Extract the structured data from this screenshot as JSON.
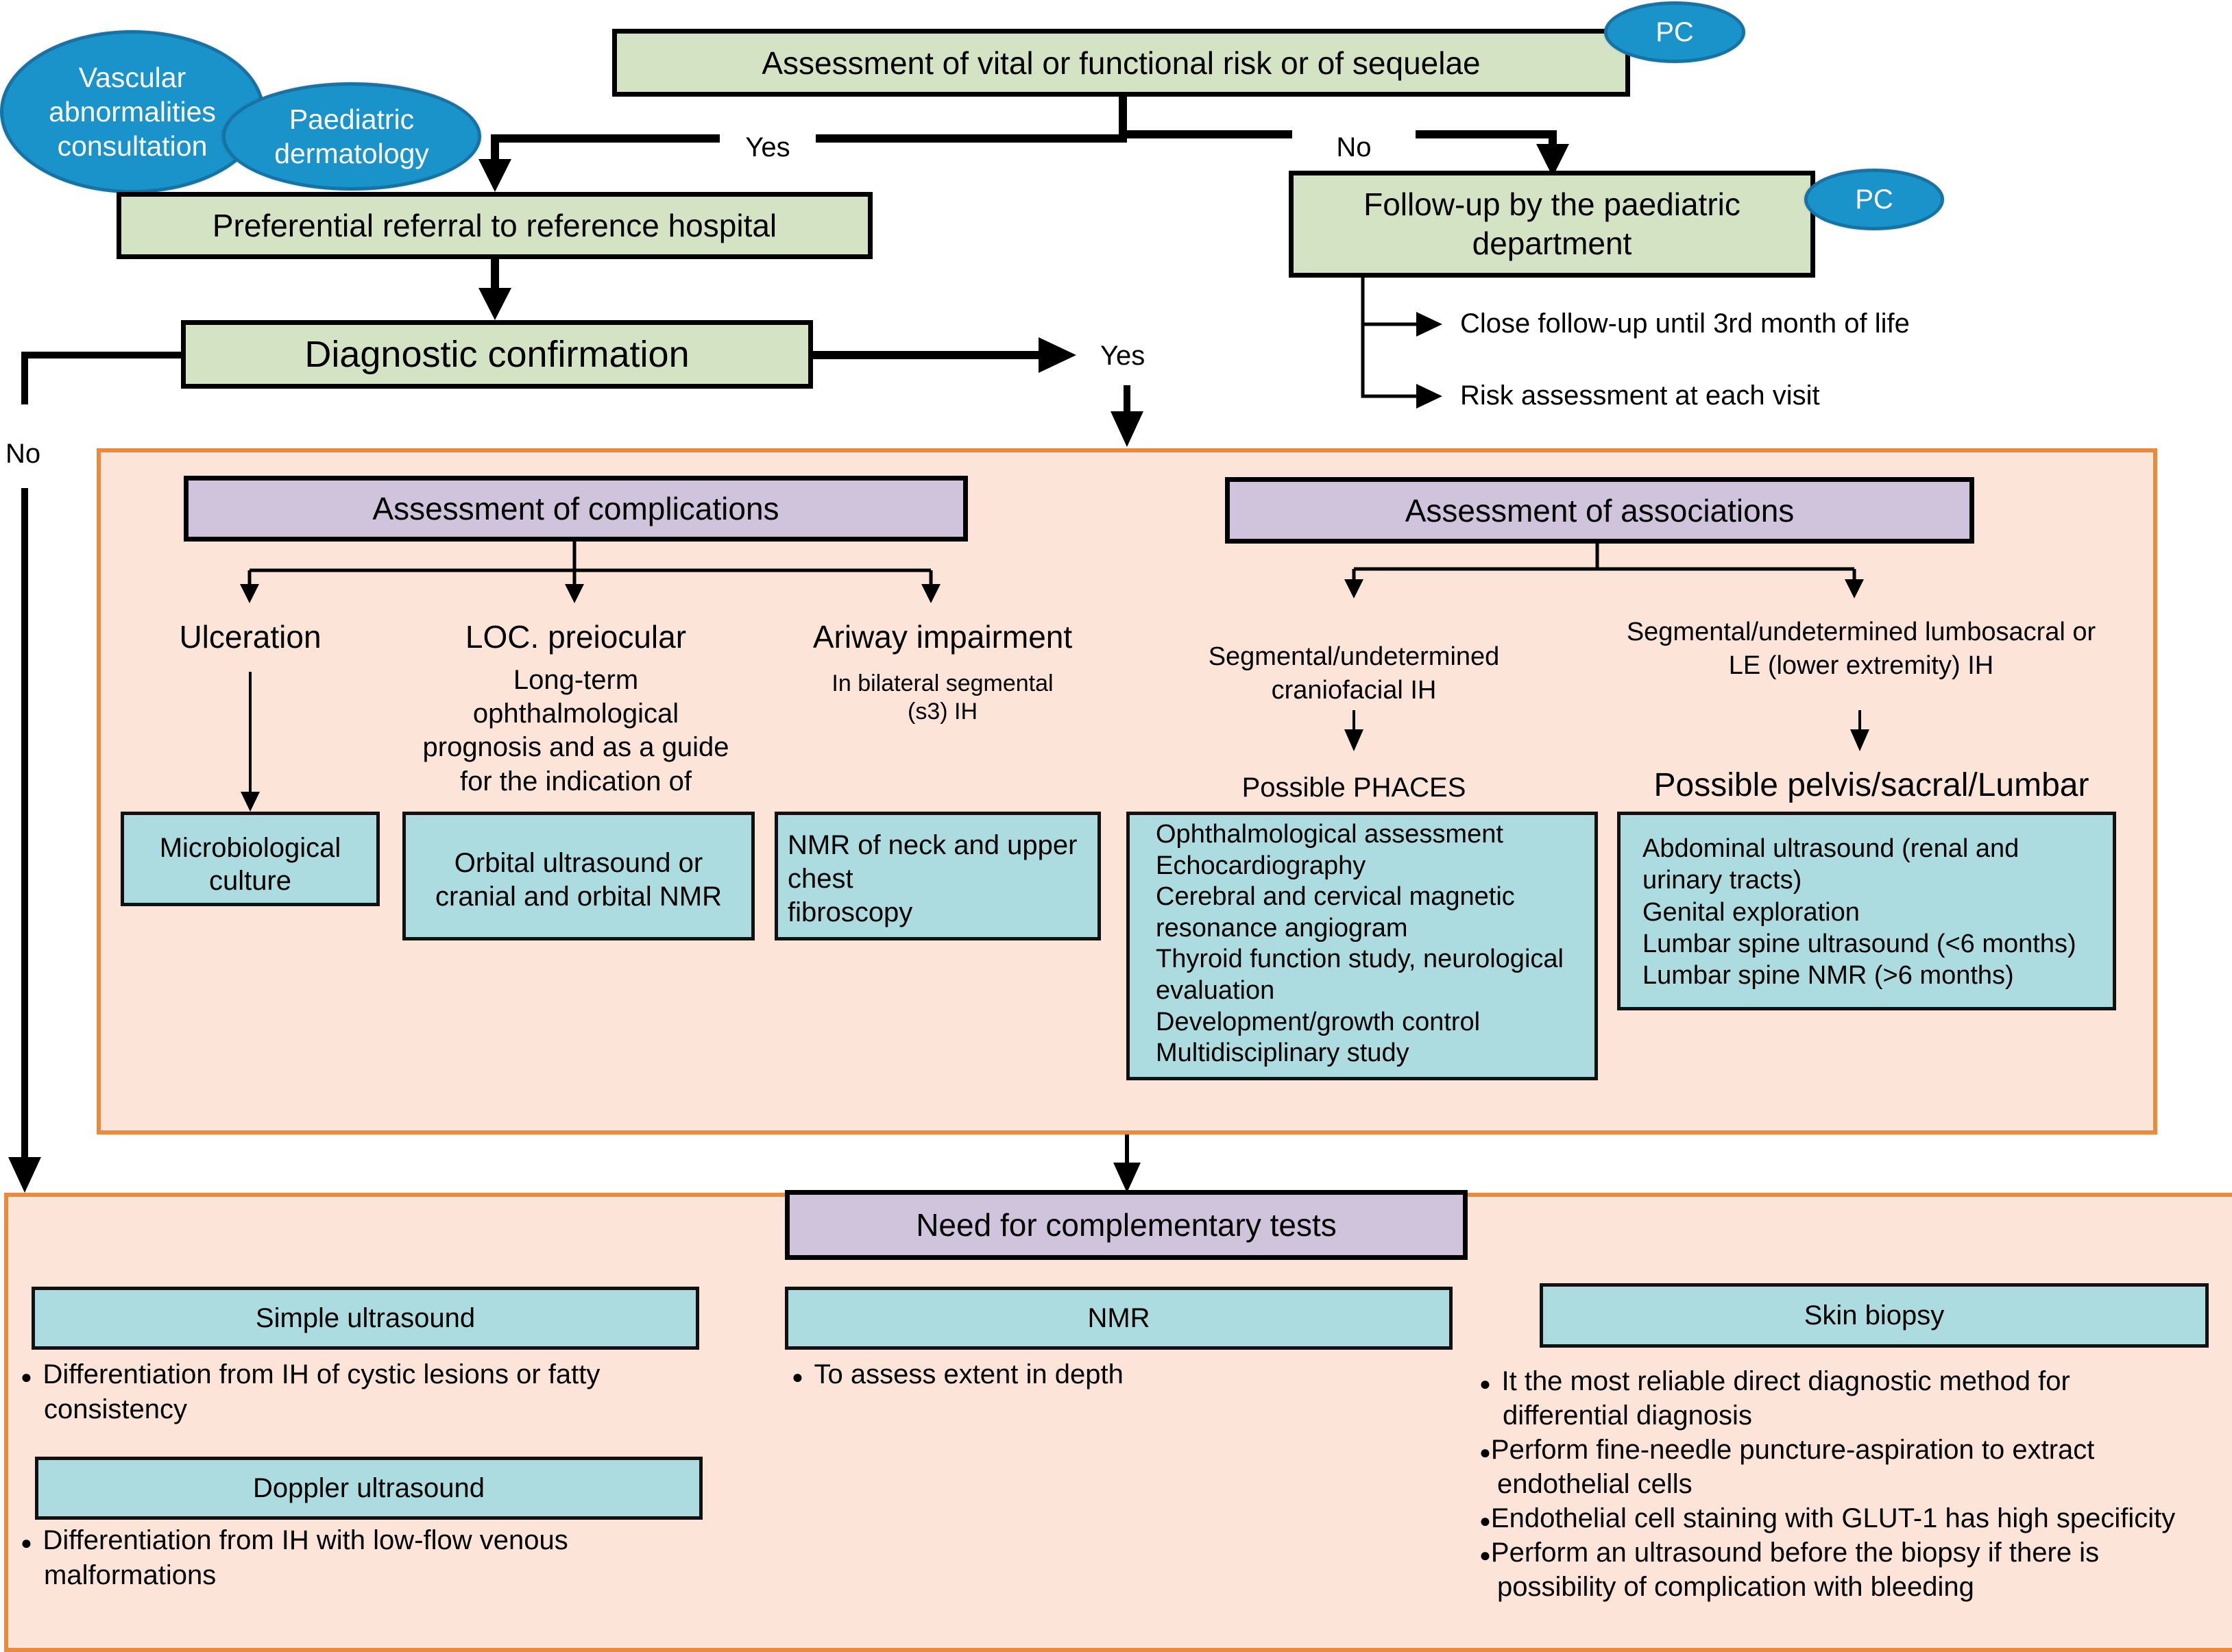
{
  "top": {
    "assessment": "Assessment of vital or functional risk or of sequelae",
    "pc_badge": "PC",
    "vascular_bubble": [
      "Vascular",
      "abnormalities",
      "consultation"
    ],
    "derm_bubble": [
      "Paediatric",
      "dermatology"
    ],
    "yes_label": "Yes",
    "no_label": "No"
  },
  "referral": {
    "label": "Preferential referral to reference hospital"
  },
  "followup": {
    "label": [
      "Follow-up by the paediatric",
      "department"
    ],
    "pc_badge": "PC",
    "items": [
      "Close follow-up until 3rd month of life",
      "Risk assessment at each visit"
    ]
  },
  "diagnostic": {
    "label": "Diagnostic confirmation",
    "yes_label": "Yes",
    "no_label": "No"
  },
  "complications": {
    "header": "Assessment of complications",
    "branches": [
      {
        "title": "Ulceration",
        "note": [],
        "box": [
          "Microbiological",
          "culture"
        ]
      },
      {
        "title": "LOC. preiocular",
        "note": [
          "Long-term",
          "ophthalmological",
          "prognosis and as a guide",
          "for the indication of"
        ],
        "box": [
          "Orbital ultrasound or",
          "cranial and orbital NMR"
        ]
      },
      {
        "title": "Ariway impairment",
        "note": [
          "In bilateral segmental",
          "(s3) IH"
        ],
        "box": [
          "NMR of neck and upper",
          "chest",
          "fibroscopy"
        ]
      }
    ]
  },
  "associations": {
    "header": "Assessment of associations",
    "branches": [
      {
        "condition": [
          "Segmental/undetermined",
          "craniofacial IH"
        ],
        "result": "Possible PHACES",
        "items": [
          "Ophthalmological assessment",
          "Echocardiography",
          "Cerebral and cervical magnetic",
          "resonance angiogram",
          "Thyroid function study, neurological",
          "evaluation",
          "Development/growth control",
          "Multidisciplinary study"
        ]
      },
      {
        "condition": [
          "Segmental/undetermined lumbosacral or",
          "LE (lower extremity) IH"
        ],
        "result": "Possible pelvis/sacral/Lumbar",
        "items": [
          "Abdominal ultrasound (renal and",
          "urinary tracts)",
          "Genital exploration",
          "Lumbar spine ultrasound (<6 months)",
          "Lumbar spine NMR (>6 months)"
        ]
      }
    ]
  },
  "complementary": {
    "header": "Need for complementary tests",
    "tests": [
      {
        "name": "Simple ultrasound",
        "bullets": [
          "Differentiation from IH of cystic lesions or fatty",
          "consistency"
        ]
      },
      {
        "name": "Doppler ultrasound",
        "bullets": [
          "Differentiation from IH with low-flow venous",
          "malformations"
        ]
      },
      {
        "name": "NMR",
        "bullets": [
          "To assess extent in depth"
        ]
      },
      {
        "name": "Skin biopsy",
        "bullets": [
          "It the most reliable direct diagnostic method for",
          "differential diagnosis",
          "Perform fine-needle puncture-aspiration to extract",
          "endothelial cells",
          "Endothelial cell staining with GLUT-1 has high specificity",
          "Perform an ultrasound before the biopsy if there is",
          "possibility of complication with bleeding"
        ]
      }
    ]
  },
  "colors": {
    "green_box": "#d3e3c4",
    "purple_box": "#d0c4dc",
    "teal_box": "#acdcdf",
    "orange_panel_fill": "#fde4d8",
    "orange_panel_border": "#ea8a3c",
    "bubble_blue": "#1a93cb"
  }
}
